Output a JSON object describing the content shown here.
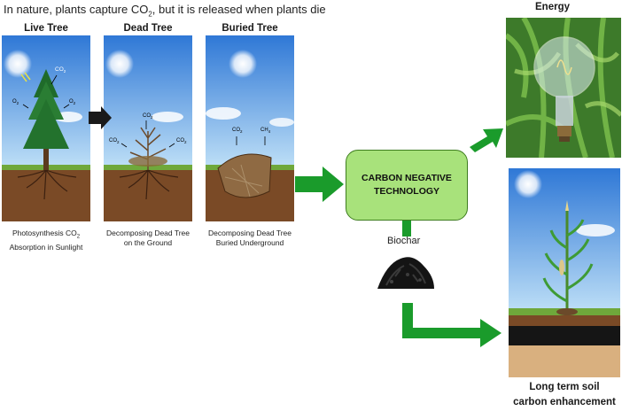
{
  "intro": {
    "before": "In nature, plants capture CO",
    "sub": "2",
    "after": ", but it is released when plants die"
  },
  "panels": [
    {
      "title": "Live Tree",
      "caption_line1": "Photosynthesis CO",
      "caption_sub": "2",
      "caption_line2": "Absorption in Sunlight",
      "labels": {
        "co2": "CO",
        "co2_sub": "2",
        "o2": "O",
        "o2_sub": "2"
      }
    },
    {
      "title": "Dead Tree",
      "caption_line1": "Decomposing Dead Tree",
      "caption_line2": "on the Ground",
      "labels": {
        "co2": "CO",
        "co2_sub": "2"
      }
    },
    {
      "title": "Buried Tree",
      "caption_line1": "Decomposing Dead Tree",
      "caption_line2": "Buried Underground",
      "labels": {
        "co2": "CO",
        "co2_sub": "2",
        "ch4": "CH",
        "ch4_sub": "4"
      }
    }
  ],
  "center": {
    "line1": "CARBON NEGATIVE",
    "line2": "TECHNOLOGY",
    "biochar": "Biochar"
  },
  "outputs": {
    "energy": "Energy",
    "soil_line1": "Long term soil",
    "soil_line2": "carbon enhancement"
  },
  "colors": {
    "arrow_green": "#1a9b2b",
    "box_fill": "#a8e27b",
    "box_border": "#3e7d1f",
    "soil": "#7a4a26",
    "sky": "#3f86d8"
  }
}
